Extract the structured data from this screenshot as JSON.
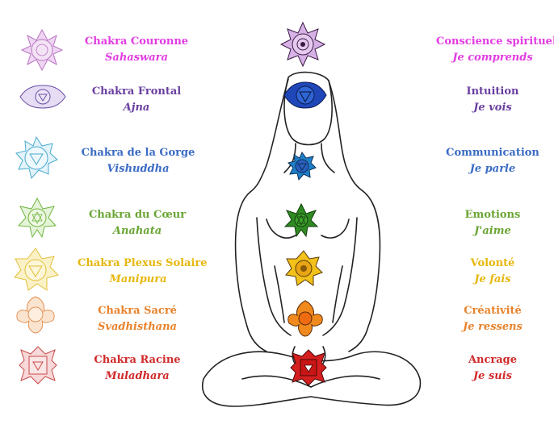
{
  "chakras": [
    {
      "name": "Chakra Couronne",
      "sanskrit": "Sahaswara",
      "meaning": "Conscience spirituelle",
      "statement": "Je comprends",
      "color": "#e23be2",
      "fill": "#d9b3e8"
    },
    {
      "name": "Chakra Frontal",
      "sanskrit": "Ajna",
      "meaning": "Intuition",
      "statement": "Je vois",
      "color": "#6a3fa0",
      "fill": "#2c56c8"
    },
    {
      "name": "Chakra de la Gorge",
      "sanskrit": "Vishuddha",
      "meaning": "Communication",
      "statement": "Je parle",
      "color": "#3a6bc4",
      "fill": "#2d6fc7"
    },
    {
      "name": "Chakra du Cœur",
      "sanskrit": "Anahata",
      "meaning": "Emotions",
      "statement": "J'aime",
      "color": "#6aa534",
      "fill": "#3b8a25"
    },
    {
      "name": "Chakra Plexus Solaire",
      "sanskrit": "Manipura",
      "meaning": "Volonté",
      "statement": "Je fais",
      "color": "#e6b70e",
      "fill": "#f0c020"
    },
    {
      "name": "Chakra Sacré",
      "sanskrit": "Svadhisthana",
      "meaning": "Créativité",
      "statement": "Je ressens",
      "color": "#e8822a",
      "fill": "#f08a1e"
    },
    {
      "name": "Chakra Racine",
      "sanskrit": "Muladhara",
      "meaning": "Ancrage",
      "statement": "Je suis",
      "color": "#d02a2a",
      "fill": "#d42020"
    }
  ]
}
